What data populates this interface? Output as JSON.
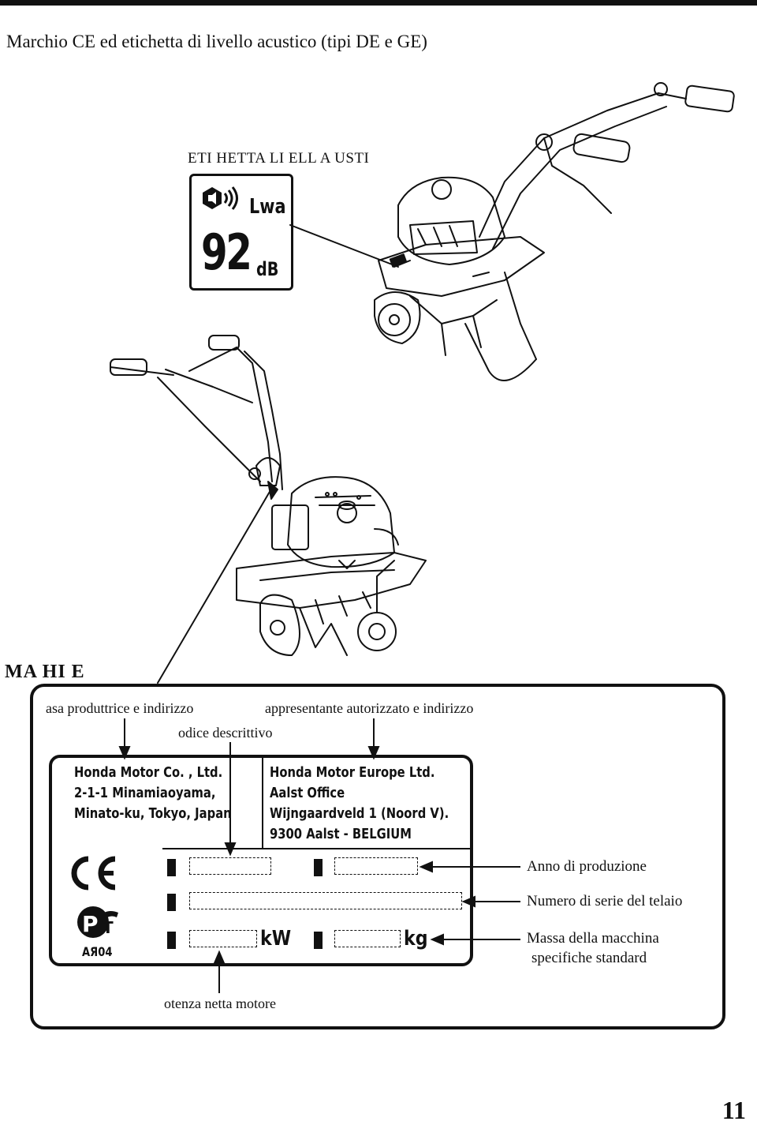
{
  "header": {
    "title": "Marchio CE ed etichetta di livello acustico (tipi DE e GE)"
  },
  "noise_label": {
    "caption": "ETI   HETTA LI   ELL      A  USTI",
    "lwa": "Lwa",
    "value": "92",
    "unit": "dB"
  },
  "machine_caption": "MA      HI      E",
  "captions": {
    "manufacturer": "asa produttrice e indirizzo",
    "representative": "appresentante autorizzato e indirizzo",
    "model_code": "odice descrittivo",
    "engine_power": "otenza netta motore"
  },
  "plate": {
    "manufacturer_lines": [
      "Honda Motor Co. , Ltd.",
      "2-1-1 Minamiaoyama,",
      "Minato-ku, Tokyo, Japan"
    ],
    "representative_lines": [
      "Honda Motor Europe Ltd.",
      "Aalst Office",
      "Wijngaardveld 1 (Noord V).",
      "9300 Aalst - BELGIUM"
    ],
    "ce_mark": "CE",
    "pct_mark": "PCT",
    "cert_code": "АЯ04",
    "power_unit": "kW",
    "mass_unit": "kg"
  },
  "right_labels": {
    "year": "Anno di produzione",
    "frame_serial": "Numero di serie del telaio",
    "mass_line1": "Massa della macchina",
    "mass_line2": "specifiche standard"
  },
  "page_number": "11"
}
